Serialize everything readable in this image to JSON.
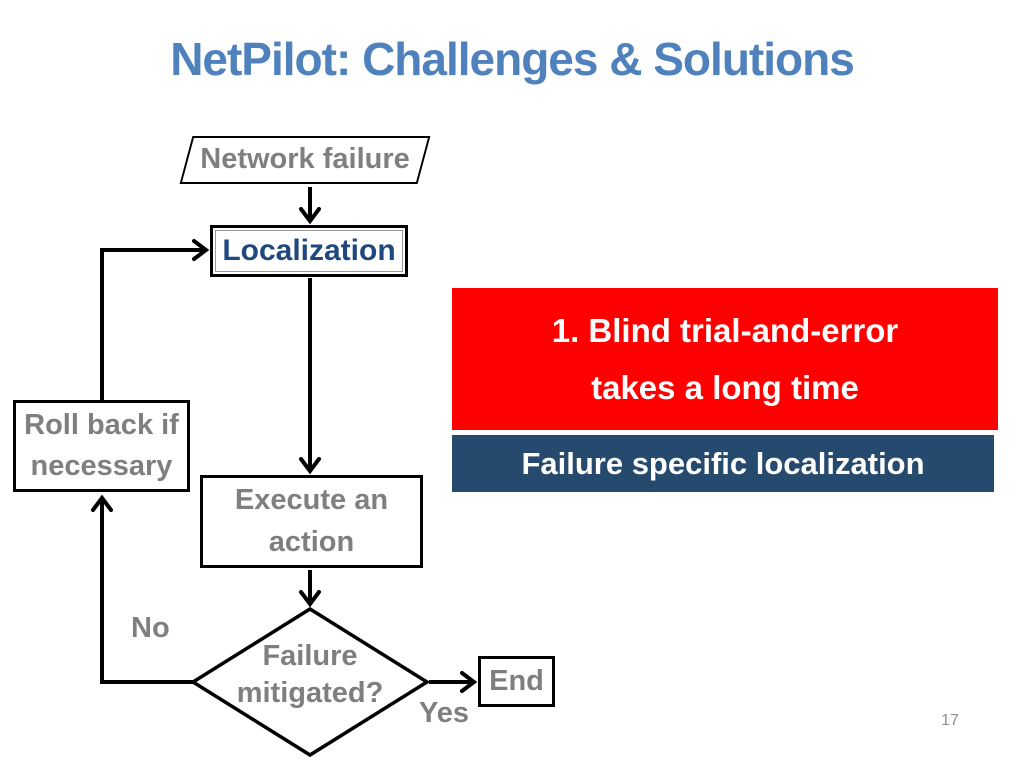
{
  "slide": {
    "title": "NetPilot: Challenges & Solutions",
    "page_number": "17",
    "colors": {
      "title_blue": "#4f81bd",
      "node_text_gray": "#7f7f7f",
      "localization_text_blue": "#1f497d",
      "challenge_red": "#fe0000",
      "solution_navy": "#26496e",
      "connector_black": "#000000"
    }
  },
  "flowchart": {
    "nodes": {
      "network_failure": {
        "shape": "parallelogram",
        "label": "Network failure"
      },
      "localization": {
        "shape": "rectangle",
        "label": "Localization"
      },
      "execute_action": {
        "shape": "rectangle",
        "line1": "Execute an",
        "line2": "action"
      },
      "rollback": {
        "shape": "rectangle",
        "line1": "Roll back if",
        "line2": "necessary"
      },
      "failure_mitigated": {
        "shape": "diamond",
        "line1": "Failure",
        "line2": "mitigated?"
      },
      "end": {
        "shape": "rectangle",
        "label": "End"
      }
    },
    "edge_labels": {
      "no": "No",
      "yes": "Yes"
    }
  },
  "callouts": {
    "challenge": {
      "line1": "1. Blind trial-and-error",
      "line2": "takes a long time"
    },
    "solution": {
      "label": "Failure specific localization"
    }
  }
}
